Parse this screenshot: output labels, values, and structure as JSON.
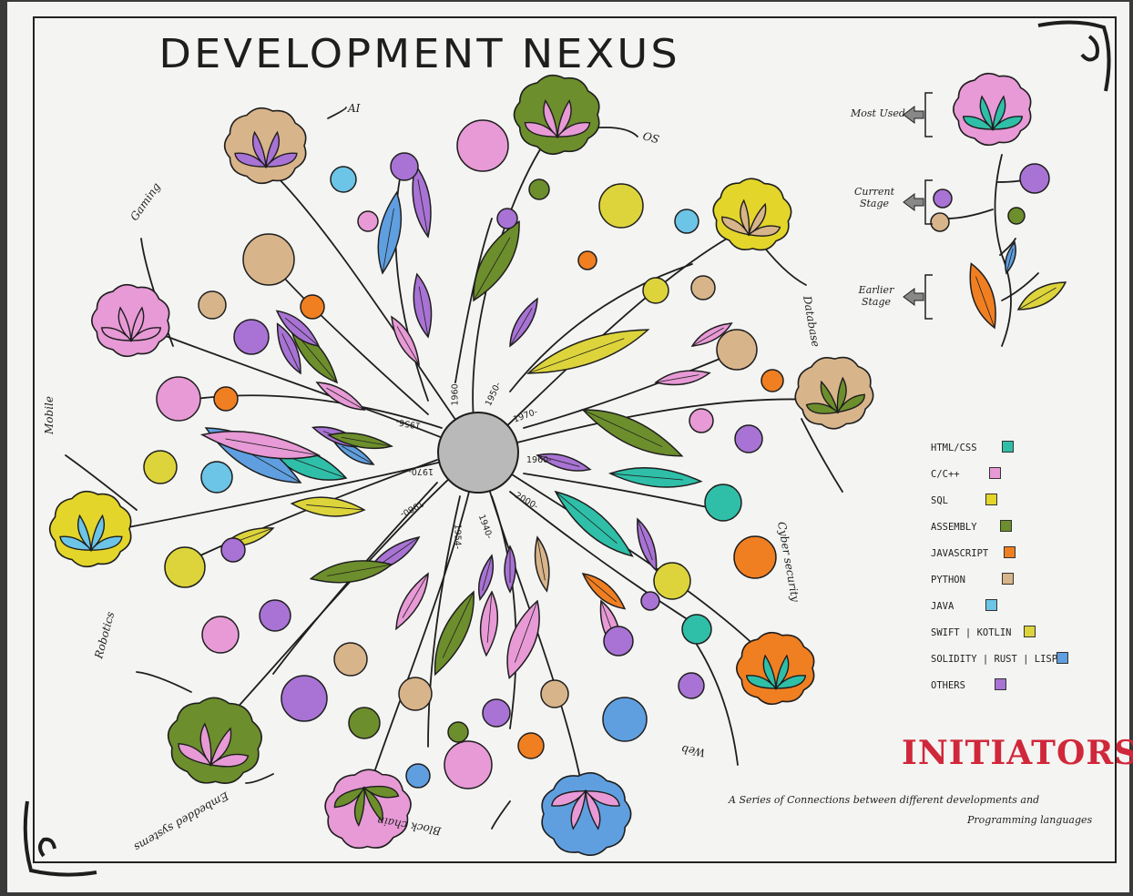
{
  "title": "DEVELOPMENT NEXUS",
  "branches": [
    {
      "label": "AI"
    },
    {
      "label": "OS"
    },
    {
      "label": "Gaming"
    },
    {
      "label": "Database"
    },
    {
      "label": "Mobile"
    },
    {
      "label": "Cyber security"
    },
    {
      "label": "Robotics"
    },
    {
      "label": "Web"
    },
    {
      "label": "Embedded systems"
    },
    {
      "label": "Block chain"
    }
  ],
  "eras": [
    "1950-",
    "1960-",
    "1970-",
    "1960-",
    "2000-",
    "1940-",
    "1954-",
    "1980-",
    "1970-",
    "1956-"
  ],
  "key": {
    "most_used": "Most Used",
    "current_stage": "Current Stage",
    "earlier_stage": "Earlier Stage"
  },
  "legend": [
    {
      "label": "HTML/CSS",
      "color": "#2fbfa8"
    },
    {
      "label": "C/C++",
      "color": "#e79ad6"
    },
    {
      "label": "SQL",
      "color": "#e3d52a"
    },
    {
      "label": "ASSEMBLY",
      "color": "#6d8e2c"
    },
    {
      "label": "JAVASCRIPT",
      "color": "#f07f22"
    },
    {
      "label": "PYTHON",
      "color": "#d8b48a"
    },
    {
      "label": "JAVA",
      "color": "#6cc4e6"
    },
    {
      "label": "SWIFT | KOTLIN",
      "color": "#ddd43c"
    },
    {
      "label": "SOLIDITY | RUST | LISP",
      "color": "#5f9fe0"
    },
    {
      "label": "OTHERS",
      "color": "#a873d4"
    }
  ],
  "brand": "INITIATORS",
  "caption_line1": "A Series of Connections between different developments and",
  "caption_line2": "Programming languages",
  "colors": {
    "ink": "#222222",
    "paper": "#f4f4f2",
    "hub": "#b8b8b8",
    "brand": "#d0273a"
  }
}
